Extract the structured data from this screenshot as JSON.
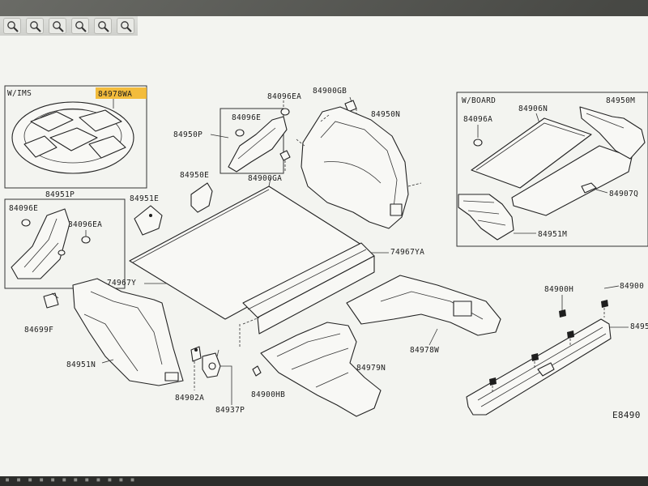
{
  "toolbar": {
    "buttons": [
      "zoom-in",
      "zoom-out",
      "zoom-fit",
      "zoom-custom",
      "zoom-reset",
      "zoom-window"
    ]
  },
  "diagram": {
    "boxes": {
      "ims": {
        "title": "W/IMS",
        "highlighted_part": "84978WA"
      },
      "board": {
        "title": "W/BOARD"
      }
    },
    "labels": {
      "p84978WA": "84978WA",
      "p84096EA_top": "84096EA",
      "p84096E_top": "84096E",
      "p84950P": "84950P",
      "p84900GB": "84900GB",
      "p84950N_center": "84950N",
      "p84900GA": "84900GA",
      "p84950E": "84950E",
      "p84951P": "84951P",
      "p84096E_left": "84096E",
      "p84096EA_left": "84096EA",
      "p84951E": "84951E",
      "p74967YA": "74967YA",
      "p74967Y": "74967Y",
      "p84699F": "84699F",
      "p84951N": "84951N",
      "p84902A": "84902A",
      "p84937P": "84937P",
      "p84900HB": "84900HB",
      "p84979N": "84979N",
      "p84978W": "84978W",
      "p84900H": "84900H",
      "p84900_right": "84900",
      "p8495_right": "8495",
      "p84096A": "84096A",
      "p84906N": "84906N",
      "p84950M": "84950M",
      "p84907Q": "84907Q",
      "p84951M": "84951M",
      "diagram_code": "E8490"
    }
  },
  "colors": {
    "highlight": "#f2b21c",
    "line": "#222222",
    "paper": "#f3f4f0"
  }
}
